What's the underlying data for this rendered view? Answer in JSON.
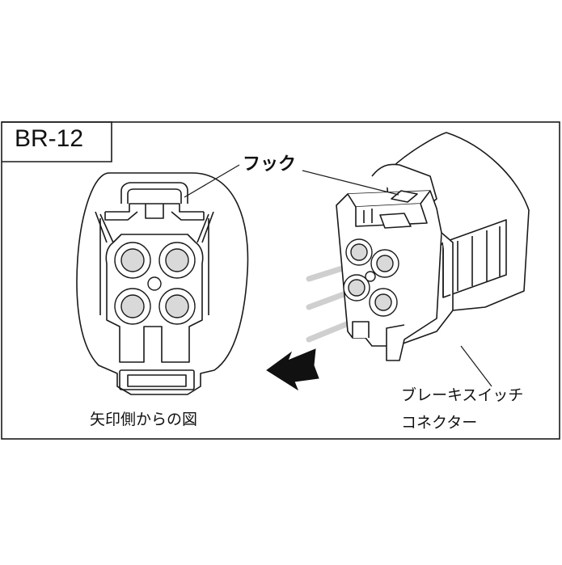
{
  "diagram": {
    "connector_code": "BR-12",
    "hook_label": "フック",
    "view_caption": "矢印側からの図",
    "connector_name_line1": "ブレーキスイッチ",
    "connector_name_line2": "コネクター"
  },
  "colors": {
    "line": "#1a1a1a",
    "fill": "#ffffff",
    "terminal_fill": "#d9d9d9",
    "wire": "#cfcfcf",
    "arrow": "#111111"
  }
}
